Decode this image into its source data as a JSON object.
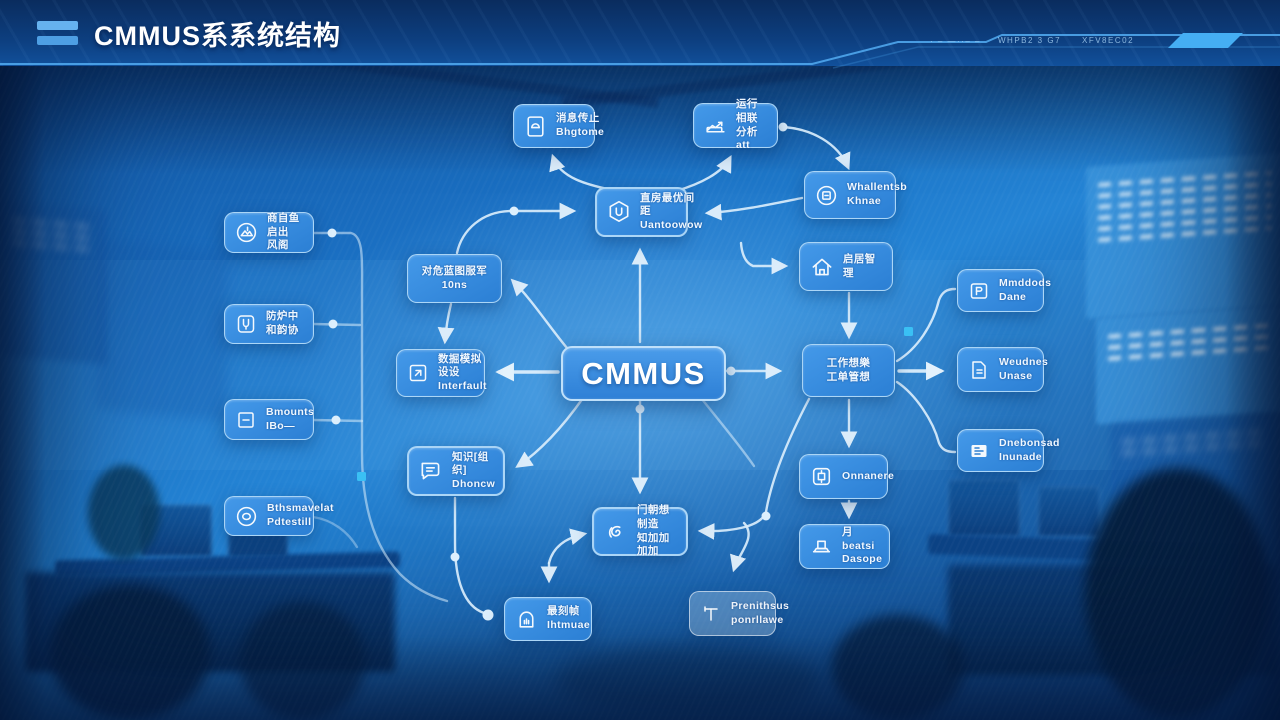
{
  "header": {
    "title": "CMMUS系系统结构",
    "decor_text_0": "· – —··– –",
    "decor_text_1": "WHPB2 3 G7",
    "decor_text_2": "XFV8EC02"
  },
  "center_node": {
    "label": "CMMUS"
  },
  "nodes": {
    "top_left": {
      "icon": "document-gauge-icon",
      "line1": "消息传止",
      "line2": "Bhgtome"
    },
    "top_right": {
      "icon": "trend-chart-icon",
      "line1": "运行相联",
      "line2": "分析att"
    },
    "health": {
      "icon": "hexagon-u-icon",
      "line1": "直房最优间距",
      "line2": "Uantoowow"
    },
    "whallen": {
      "icon": "circle-grid-icon",
      "line1": "Whallentsb",
      "line2": "Khnae"
    },
    "house": {
      "icon": "house-icon",
      "line1": "启居智理",
      "line2": ""
    },
    "work": {
      "icon": "",
      "line1": "工作想樂",
      "line2": "工单管想"
    },
    "duiwei": {
      "icon": "",
      "line1": "对危蓝图服军",
      "line2": "10ns"
    },
    "data_sim": {
      "icon": "square-arrow-icon",
      "line1": "数掘模拟设设",
      "line2": "Interfault"
    },
    "knowledge": {
      "icon": "chat-doc-icon",
      "line1": "知识[组织]",
      "line2": "Dhoncw"
    },
    "left1": {
      "icon": "circle-mountain-icon",
      "line1": "商自鱼启出",
      "line2": "风阁"
    },
    "left2": {
      "icon": "magnet-icon",
      "line1": "防炉中和韵协",
      "line2": ""
    },
    "left3": {
      "icon": "square-minus-icon",
      "line1": "Bmounts",
      "line2": "IBo—"
    },
    "left4": {
      "icon": "circle-oval-icon",
      "line1": "Bthsmavelat",
      "line2": "Pdtestill"
    },
    "right1": {
      "icon": "square-b-icon",
      "line1": "Mmddods",
      "line2": "Dane"
    },
    "right2": {
      "icon": "doc-lines-icon",
      "line1": "Weudnes",
      "line2": "Unase"
    },
    "right3": {
      "icon": "filled-card-icon",
      "line1": "Dnebonsad",
      "line2": "Inunade"
    },
    "br1": {
      "icon": "circuit-icon",
      "line1": "Onnanere",
      "line2": ""
    },
    "br2": {
      "icon": "projector-icon",
      "line1": "月beatsi",
      "line2": "Dasope"
    },
    "smart": {
      "icon": "spiral-icon",
      "line1": "门朝想制造",
      "line2": "知加加加加"
    },
    "light": {
      "icon": "t-bar-icon",
      "line1": "Prenithsus",
      "line2": "ponrllawe"
    },
    "bottom_left": {
      "icon": "arch-icon",
      "line1": "最刻帧",
      "line2": "Ihtmuae"
    }
  },
  "colors": {
    "accent": "#45aef3",
    "node_fill": "#2f86d9",
    "node_border": "#bfe0fa",
    "connector": "#d9edfc",
    "header_bg": "#0b3168",
    "cyan_dot": "#3ac0f4"
  }
}
